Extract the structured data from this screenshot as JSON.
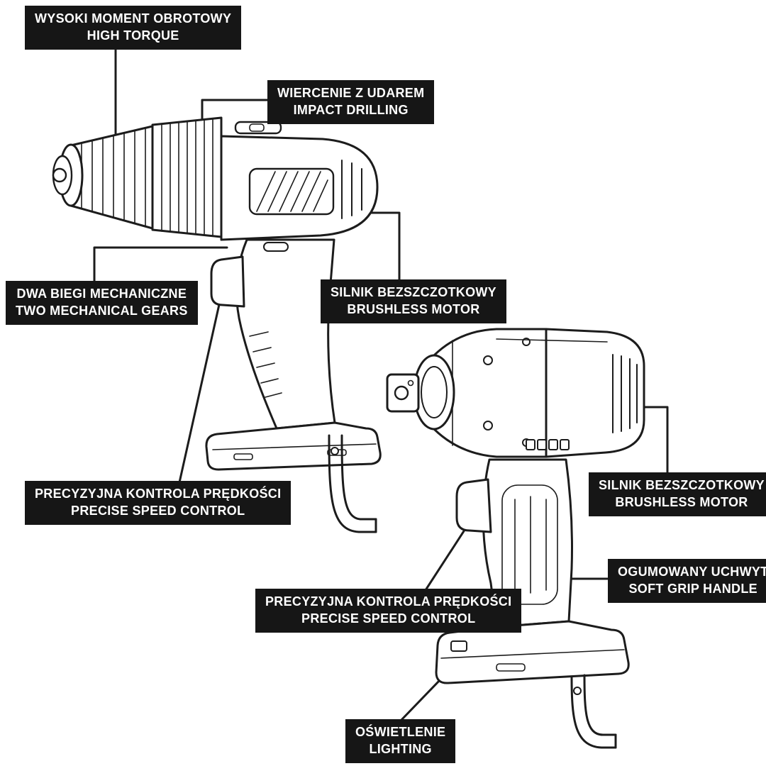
{
  "colors": {
    "background": "#ffffff",
    "label_bg": "#161616",
    "label_text": "#ffffff",
    "line_color": "#1c1c1c"
  },
  "labels": [
    {
      "id": "high-torque",
      "pl": "WYSOKI MOMENT OBROTOWY",
      "en": "HIGH TORQUE"
    },
    {
      "id": "impact-drilling",
      "pl": "WIERCENIE Z UDAREM",
      "en": "IMPACT DRILLING"
    },
    {
      "id": "two-gears",
      "pl": "DWA BIEGI MECHANICZNE",
      "en": "TWO MECHANICAL GEARS"
    },
    {
      "id": "brushless-drill",
      "pl": "SILNIK BEZSZCZOTKOWY",
      "en": "BRUSHLESS MOTOR"
    },
    {
      "id": "speed-control-drill",
      "pl": "PRECYZYJNA KONTROLA PRĘDKOŚCI",
      "en": "PRECISE SPEED CONTROL"
    },
    {
      "id": "brushless-impact",
      "pl": "SILNIK BEZSZCZOTKOWY",
      "en": "BRUSHLESS MOTOR"
    },
    {
      "id": "soft-grip",
      "pl": "OGUMOWANY UCHWYT",
      "en": "SOFT GRIP HANDLE"
    },
    {
      "id": "speed-control-impact",
      "pl": "PRECYZYJNA KONTROLA PRĘDKOŚCI",
      "en": "PRECISE SPEED CONTROL"
    },
    {
      "id": "lighting",
      "pl": "OŚWIETLENIE",
      "en": "LIGHTING"
    }
  ]
}
